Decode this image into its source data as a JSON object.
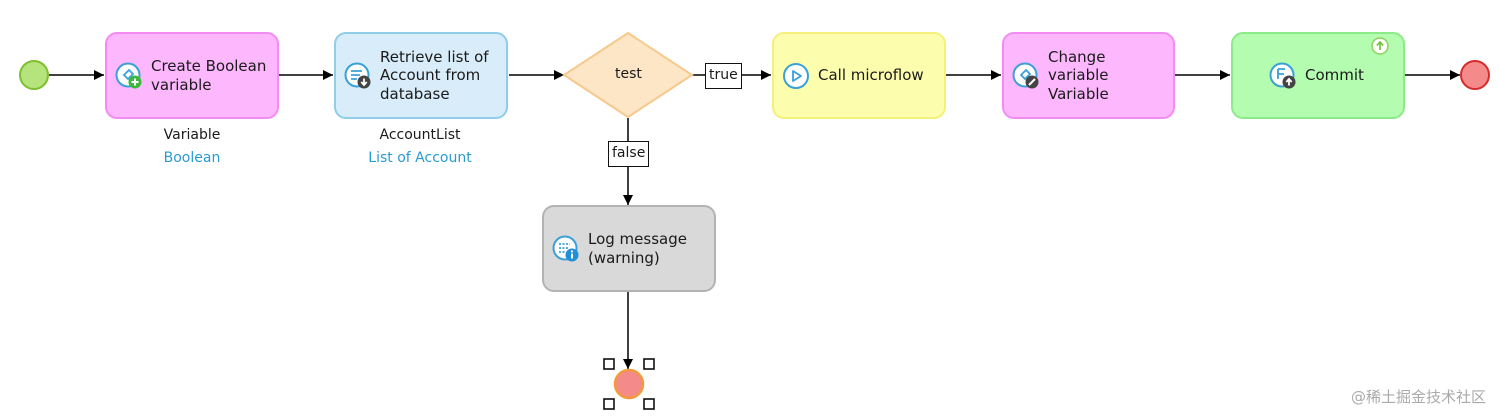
{
  "nodes": {
    "create_boolean": {
      "label": "Create Boolean\nvariable",
      "caption_name": "Variable",
      "caption_type": "Boolean",
      "icon": "create-variable-icon"
    },
    "retrieve": {
      "label": "Retrieve list of\nAccount from\ndatabase",
      "caption_name": "AccountList",
      "caption_type": "List of Account",
      "icon": "retrieve-icon"
    },
    "decision": {
      "label": "test"
    },
    "call_microflow": {
      "label": "Call microflow",
      "icon": "call-microflow-icon"
    },
    "change_variable": {
      "label": "Change\nvariable\nVariable",
      "icon": "change-variable-icon"
    },
    "commit": {
      "label": "Commit",
      "icon": "commit-icon",
      "badge_icon": "upload-arrow-icon"
    },
    "log_message": {
      "label": "Log message\n(warning)",
      "icon": "log-message-icon"
    }
  },
  "flows": {
    "true_label": "true",
    "false_label": "false"
  },
  "events": {
    "start": "start-event",
    "end_main": "end-event",
    "end_false": "end-event-selected"
  },
  "colors": {
    "action_pink": "#fdb8fd",
    "retrieve_blue": "#d8edf9",
    "call_yellow": "#fdfdae",
    "commit_green": "#b4fdb0",
    "log_grey": "#d9d9d9",
    "start_green": "#b5e37c",
    "end_red": "#f58a8a",
    "type_text": "#2a9bd1"
  },
  "watermark": "@稀土掘金技术社区"
}
